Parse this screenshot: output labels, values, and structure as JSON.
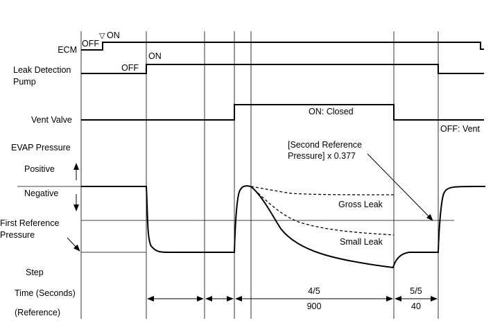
{
  "labels": {
    "ecm": "ECM",
    "pump": "Leak Detection Pump",
    "pump_line1": "Leak Detection",
    "pump_line2": "Pump",
    "vent": "Vent Valve",
    "evap": "EVAP Pressure",
    "positive": "Positive",
    "negative": "Negative",
    "first_ref_line1": "First Reference",
    "first_ref_line2": "Pressure",
    "step": "Step",
    "time": "Time (Seconds)",
    "reference": "(Reference)"
  },
  "ecm": {
    "off": "OFF",
    "on": "ON",
    "on_marker": "▽"
  },
  "pump": {
    "off": "OFF",
    "on": "ON"
  },
  "vent": {
    "on": "ON: Closed",
    "off": "OFF: Vent"
  },
  "annotations": {
    "second_ref_line1": "[Second Reference",
    "second_ref_line2": "Pressure] x 0.377",
    "gross_leak": "Gross Leak",
    "small_leak": "Small Leak"
  },
  "steps": {
    "s45": "4/5",
    "s55": "5/5",
    "t45": "900",
    "t55": "40"
  }
}
